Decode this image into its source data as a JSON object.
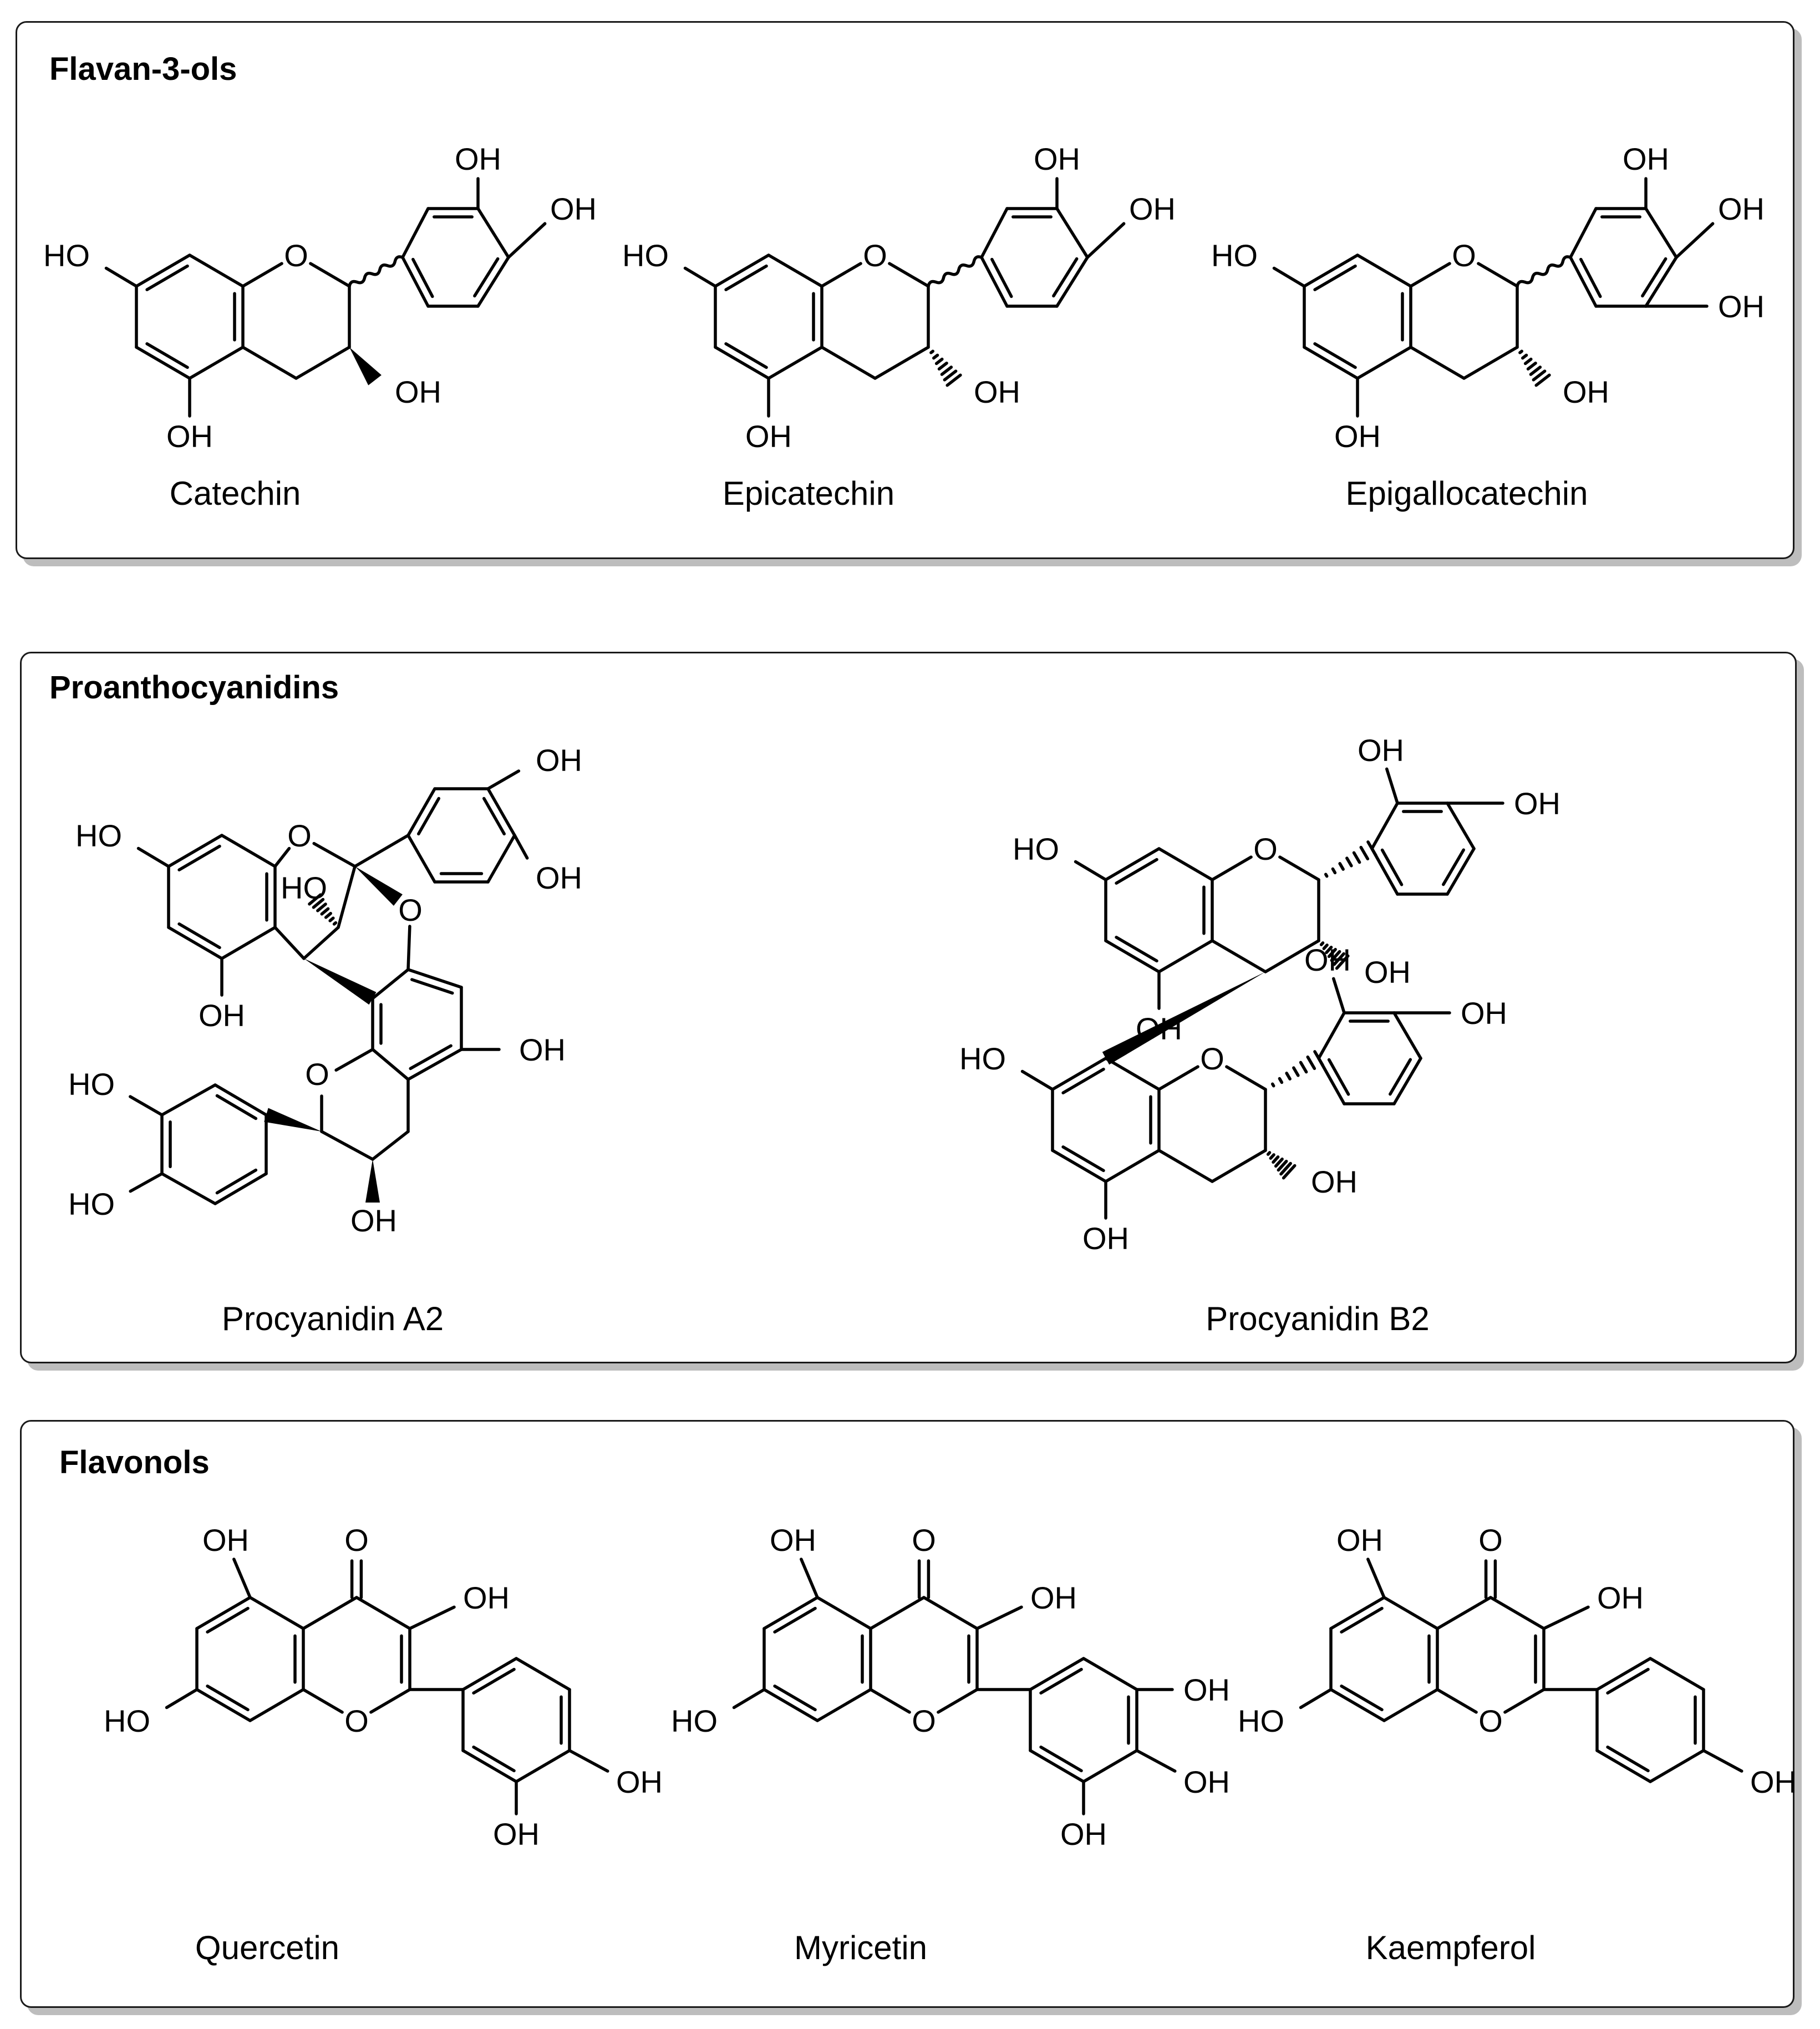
{
  "panels": [
    {
      "title": "Flavan-3-ols",
      "compounds": [
        {
          "name": "Catechin"
        },
        {
          "name": "Epicatechin"
        },
        {
          "name": "Epigallocatechin"
        }
      ]
    },
    {
      "title": "Proanthocyanidins",
      "compounds": [
        {
          "name": "Procyanidin A2"
        },
        {
          "name": "Procyanidin B2"
        }
      ]
    },
    {
      "title": "Flavonols",
      "compounds": [
        {
          "name": "Quercetin"
        },
        {
          "name": "Myricetin"
        },
        {
          "name": "Kaempferol"
        }
      ]
    }
  ],
  "atom_labels": {
    "hydroxyl": "OH",
    "hydroxyl_left": "HO",
    "oxygen": "O"
  },
  "colors": {
    "border": "#1a1a1a",
    "shadow": "#bdbdbd",
    "ink": "#000000"
  }
}
